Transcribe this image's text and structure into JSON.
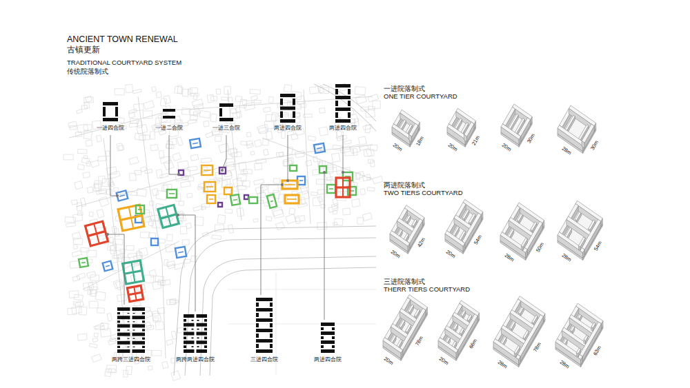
{
  "diagram": {
    "title": "ANCIENT TOWN RENEWAL",
    "labels": [
      "古镇更新",
      "TRADITIONAL COURTYARD SYSTEM",
      "传统院落制式",
      "一进四合院",
      "一进二合院",
      "一进三合院",
      "两进四合院",
      "两进四合院",
      "两跨三进四合院",
      "两跨两进四合院",
      "三进四合院",
      "两进四合院",
      "一进院落制式",
      "ONE TIER COURTYARD",
      "两进院落制式",
      "TWO TIERS COURTYARD",
      "三进院落制式",
      "THERR TIERS COURTYARD",
      "20m",
      "18m",
      "20m",
      "21m",
      "20m",
      "30m",
      "28m",
      "30m",
      "20m",
      "42m",
      "20m",
      "54m",
      "28m",
      "50m",
      "28m",
      "54m",
      "20m",
      "78m",
      "20m",
      "66m",
      "28m",
      "78m",
      "28m",
      "63m"
    ]
  }
}
